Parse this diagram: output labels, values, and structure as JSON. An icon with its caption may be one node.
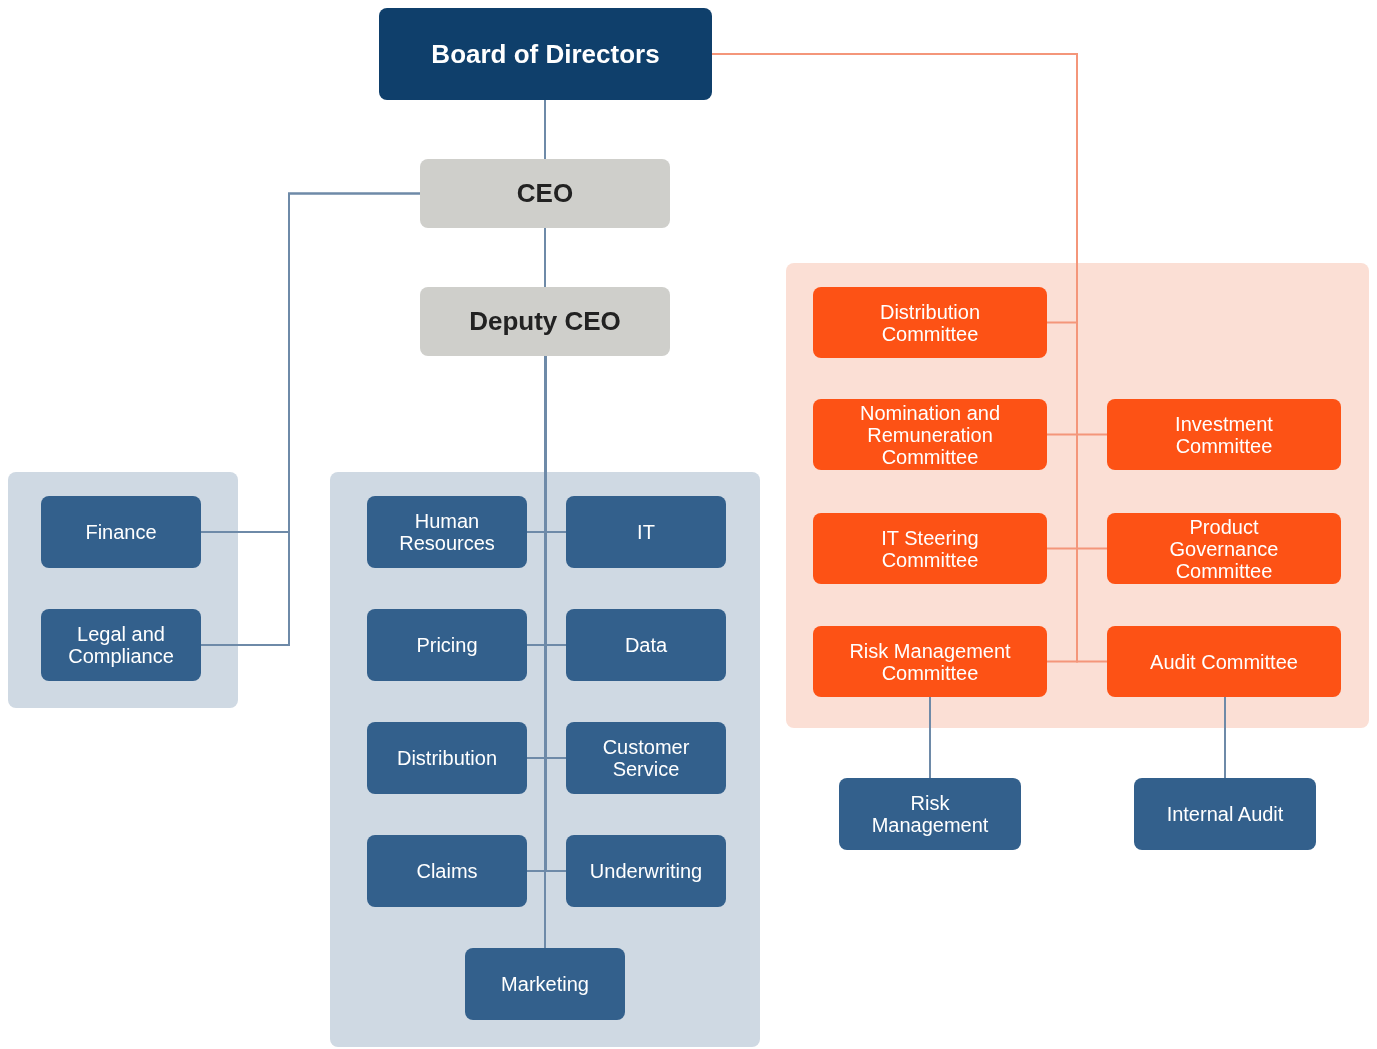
{
  "diagram": {
    "nodes": [
      {
        "text": [
          "Board of Directors"
        ]
      },
      {
        "text": [
          "CEO"
        ]
      },
      {
        "text": [
          "Deputy CEO"
        ]
      },
      {
        "text": [],
        "shape": "box"
      },
      {
        "text": [
          "Finance"
        ],
        "in": 3
      },
      {
        "text": [
          "Legal and Compliance"
        ],
        "in": 3
      },
      {
        "text": [],
        "shape": "box"
      },
      {
        "text": [
          "Human Resources"
        ],
        "in": 6
      },
      {
        "text": [
          "IT"
        ],
        "in": 6
      },
      {
        "text": [
          "Pricing"
        ],
        "in": 6
      },
      {
        "text": [
          "Data"
        ],
        "in": 6
      },
      {
        "text": [
          "Distribution"
        ],
        "in": 6
      },
      {
        "text": [
          "Customer Service"
        ],
        "in": 6
      },
      {
        "text": [
          "Claims"
        ],
        "in": 6
      },
      {
        "text": [
          "Underwriting"
        ],
        "in": 6
      },
      {
        "text": [
          "Marketing"
        ],
        "in": 6
      },
      {
        "text": [],
        "shape": "box"
      },
      {
        "text": [
          "Distribution Committee"
        ],
        "in": 16
      },
      {
        "text": [
          "Nomination and Remuneration Committee"
        ],
        "in": 16
      },
      {
        "text": [
          "Investment Committee"
        ],
        "in": 16
      },
      {
        "text": [
          "IT Steering Committee"
        ],
        "in": 16
      },
      {
        "text": [
          "Product Governance Committee"
        ],
        "in": 16
      },
      {
        "text": [
          "Risk Management Committee"
        ],
        "in": 16
      },
      {
        "text": [
          "Audit Committee"
        ],
        "in": 16
      },
      {
        "text": [
          "Risk Management"
        ]
      },
      {
        "text": [
          "Internal Audit"
        ]
      }
    ],
    "edges": [
      {
        "from": 0,
        "to": 1,
        "arrow": "none"
      },
      {
        "from": 1,
        "to": 2,
        "arrow": "none"
      },
      {
        "from": 1,
        "to": 4,
        "arrow": "none"
      },
      {
        "from": 1,
        "to": 5,
        "arrow": "none"
      },
      {
        "from": 2,
        "to": 7,
        "arrow": "none"
      },
      {
        "from": 2,
        "to": 8,
        "arrow": "none"
      },
      {
        "from": 2,
        "to": 9,
        "arrow": "none"
      },
      {
        "from": 2,
        "to": 10,
        "arrow": "none"
      },
      {
        "from": 2,
        "to": 11,
        "arrow": "none"
      },
      {
        "from": 2,
        "to": 12,
        "arrow": "none"
      },
      {
        "from": 2,
        "to": 13,
        "arrow": "none"
      },
      {
        "from": 2,
        "to": 14,
        "arrow": "none"
      },
      {
        "from": 2,
        "to": 15,
        "arrow": "none"
      },
      {
        "from": 0,
        "to": 17,
        "arrow": "none",
        "color": "#f4967a"
      },
      {
        "from": 0,
        "to": 18,
        "arrow": "none",
        "color": "#f4967a"
      },
      {
        "from": 0,
        "to": 19,
        "arrow": "none",
        "color": "#f4967a"
      },
      {
        "from": 0,
        "to": 20,
        "arrow": "none",
        "color": "#f4967a"
      },
      {
        "from": 0,
        "to": 21,
        "arrow": "none",
        "color": "#f4967a"
      },
      {
        "from": 0,
        "to": 22,
        "arrow": "none",
        "color": "#f4967a"
      },
      {
        "from": 0,
        "to": 23,
        "arrow": "none",
        "color": "#f4967a"
      },
      {
        "from": 22,
        "to": 24,
        "arrow": "none"
      },
      {
        "from": 23,
        "to": 25,
        "arrow": "none"
      }
    ]
  }
}
